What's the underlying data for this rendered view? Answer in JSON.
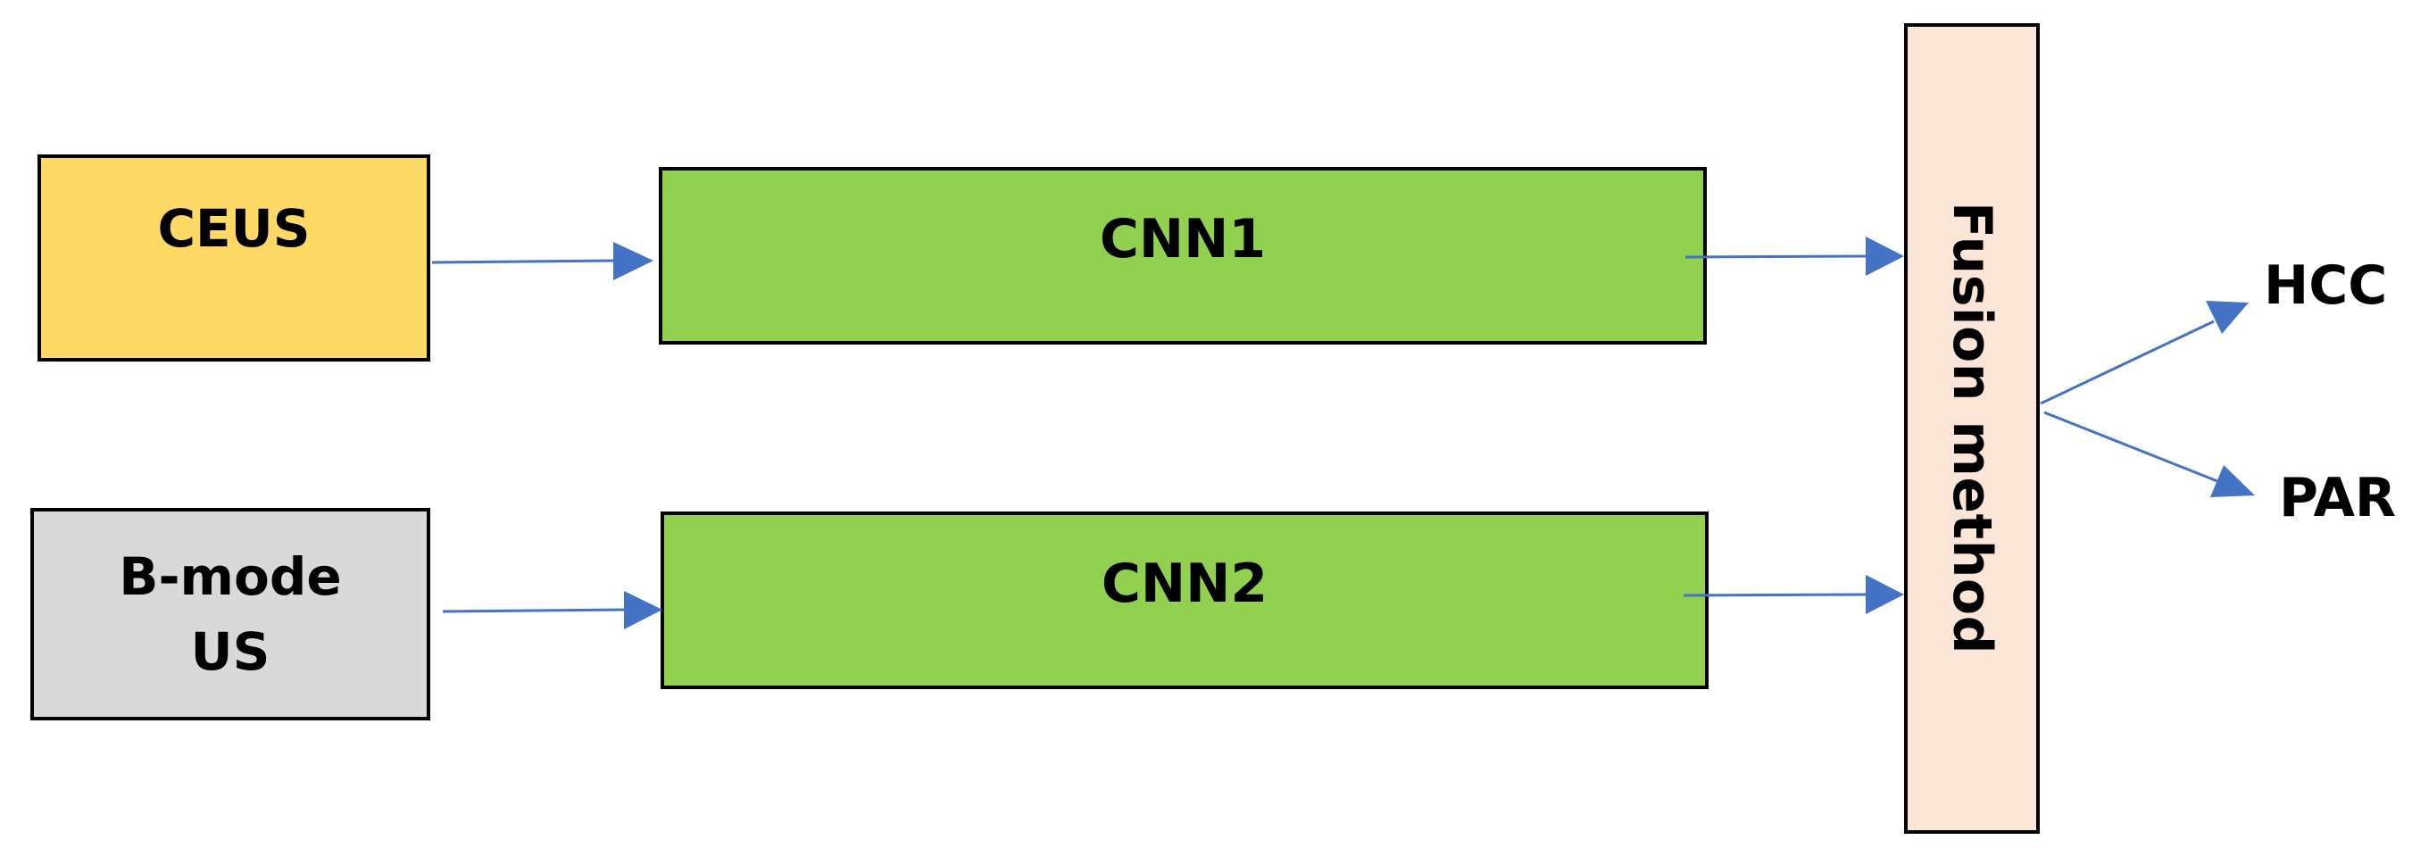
{
  "diagram": {
    "nodes": {
      "ceus": {
        "label": "CEUS"
      },
      "bmode": {
        "line1": "B-mode",
        "line2": "US"
      },
      "cnn1": {
        "label": "CNN1"
      },
      "cnn2": {
        "label": "CNN2"
      },
      "fusion": {
        "label": "Fusion method"
      }
    },
    "outputs": {
      "hcc": {
        "label": "HCC"
      },
      "par": {
        "label": "PAR"
      }
    },
    "edges": [
      {
        "from": "ceus",
        "to": "cnn1"
      },
      {
        "from": "bmode",
        "to": "cnn2"
      },
      {
        "from": "cnn1",
        "to": "fusion"
      },
      {
        "from": "cnn2",
        "to": "fusion"
      },
      {
        "from": "fusion",
        "to": "hcc"
      },
      {
        "from": "fusion",
        "to": "par"
      }
    ]
  },
  "colors": {
    "ceus_fill": "#FFD966",
    "bmode_fill": "#D9D9D9",
    "cnn_fill": "#92D050",
    "fusion_fill": "#FBE5D6",
    "arrow": "#4472C4",
    "border": "#000000"
  }
}
